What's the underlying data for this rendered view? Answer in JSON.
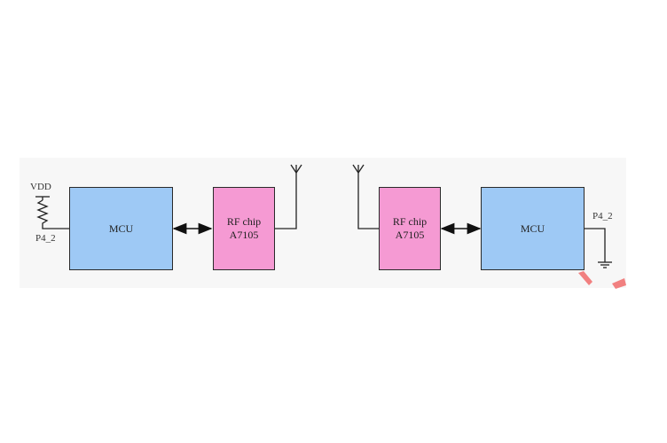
{
  "left": {
    "vdd_label": "VDD",
    "pin_label": "P4_2",
    "mcu_label": "MCU",
    "rf_line1": "RF chip",
    "rf_line2": "A7105"
  },
  "right": {
    "pin_label": "P4_2",
    "mcu_label": "MCU",
    "rf_line1": "RF chip",
    "rf_line2": "A7105"
  },
  "colors": {
    "mcu_fill": "#9ec9f5",
    "rf_fill": "#f59ad3",
    "watermark": "#f06c6c"
  }
}
